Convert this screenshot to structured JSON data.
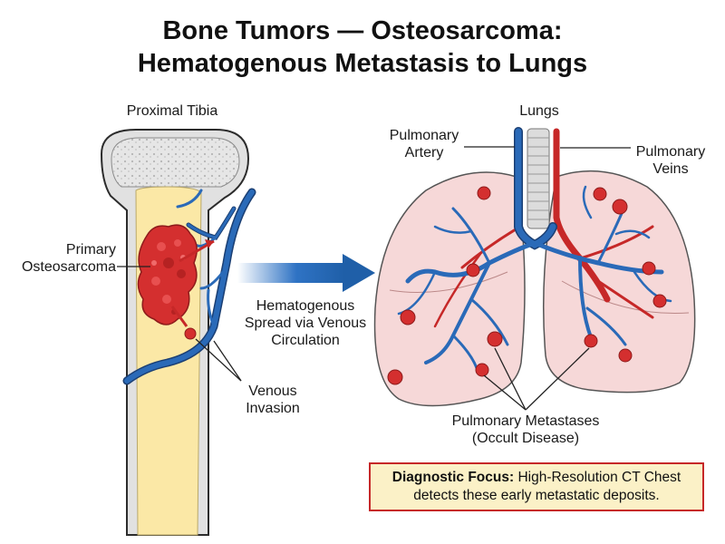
{
  "title": {
    "line1": "Bone Tumors — Osteosarcoma:",
    "line2": "Hematogenous Metastasis to Lungs"
  },
  "labels": {
    "proximal_tibia": "Proximal Tibia",
    "primary_line1": "Primary",
    "primary_line2": "Osteosarcoma",
    "venous_line1": "Venous",
    "venous_line2": "Invasion",
    "spread_line1": "Hematogenous",
    "spread_line2": "Spread via Venous",
    "spread_line3": "Circulation",
    "lungs": "Lungs",
    "pa_line1": "Pulmonary",
    "pa_line2": "Artery",
    "pv_line1": "Pulmonary",
    "pv_line2": "Veins",
    "mets_line1": "Pulmonary Metastases",
    "mets_line2": "(Occult Disease)"
  },
  "callout": {
    "heading": "Diagnostic Focus:",
    "line1_rest": " High-Resolution CT Chest",
    "line2": "detects these early metastatic deposits."
  },
  "colors": {
    "vein_blue": "#1f5fa8",
    "tumor_red": "#d42f2f",
    "artery_red": "#c62828",
    "marrow_yellow": "#fbe8a6",
    "bone_grey": "#e3e3e3",
    "lung_pink": "#f6d8d8",
    "callout_bg": "#fbf1c7"
  }
}
